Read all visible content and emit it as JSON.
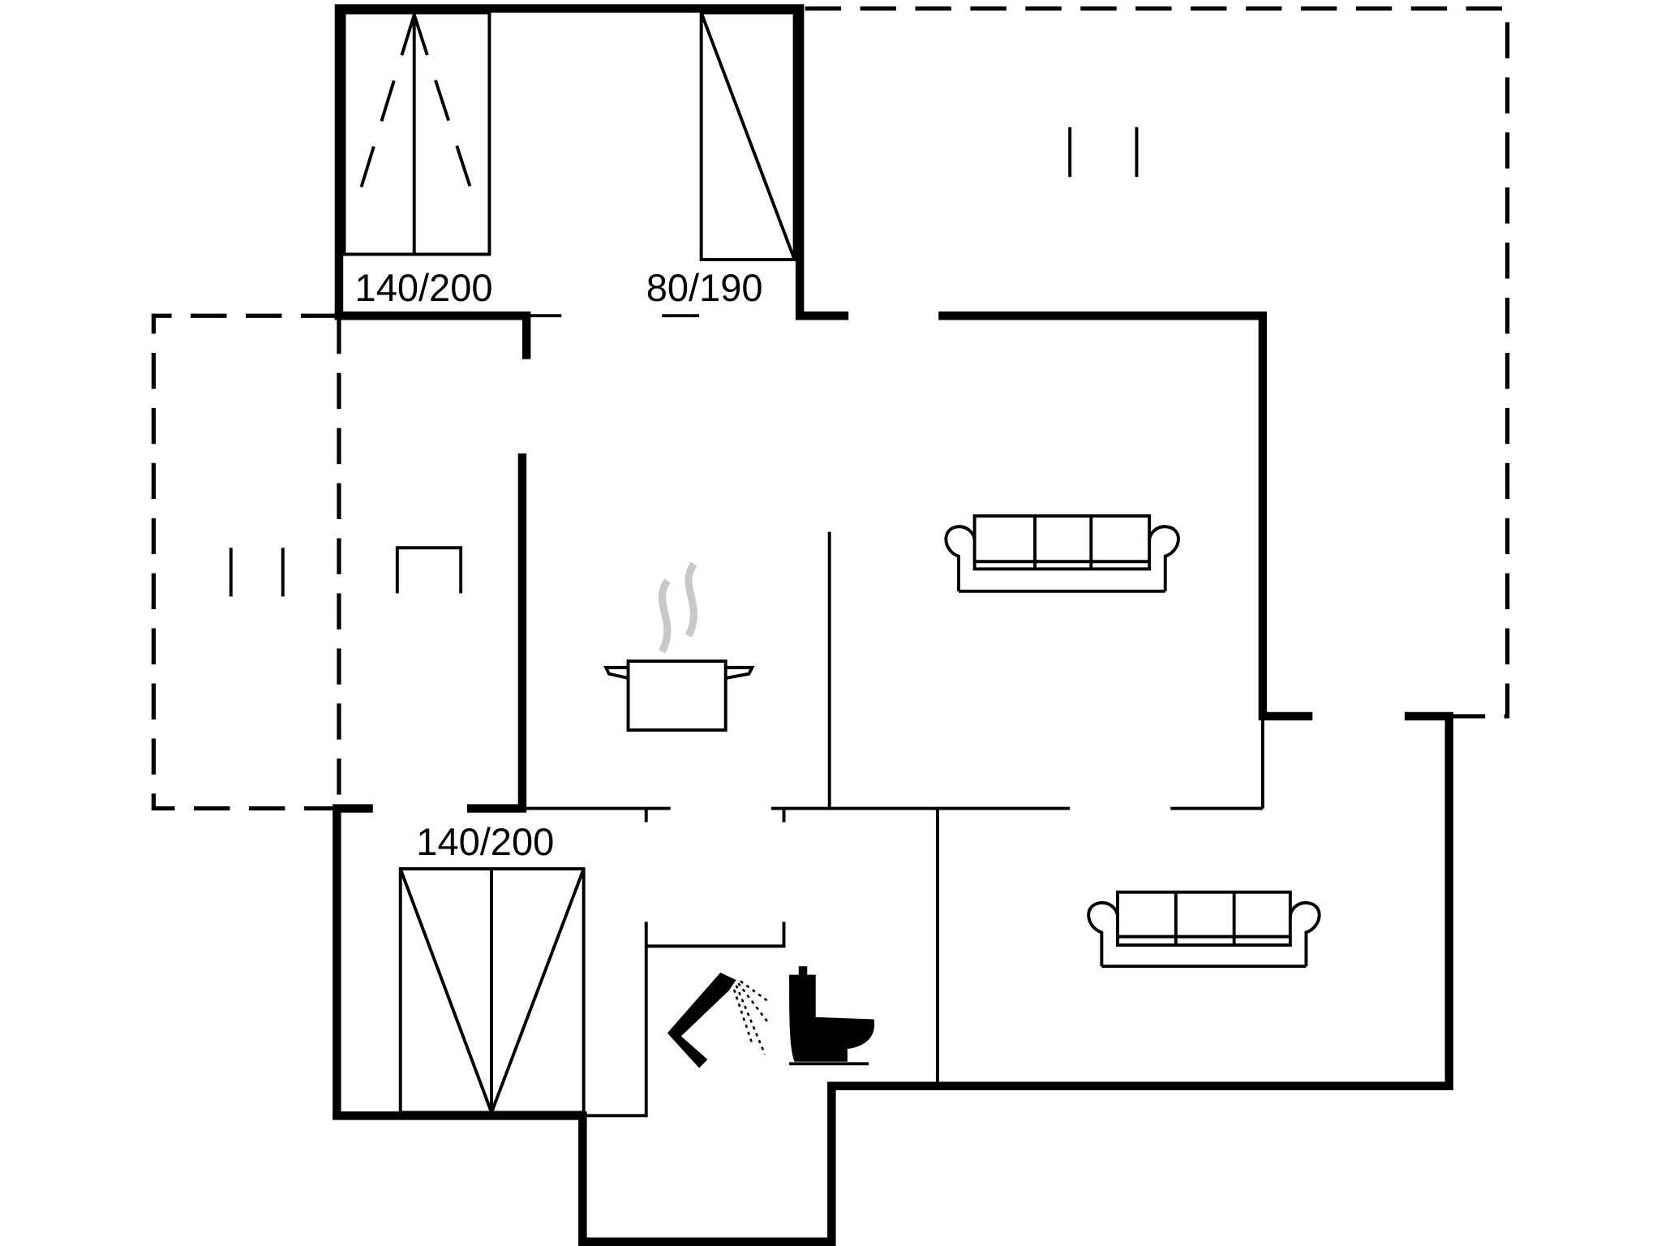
{
  "floorplan": {
    "bed_labels": [
      "140/200",
      "80/190",
      "140/200"
    ],
    "icons": [
      "double-bed-icon",
      "single-bed-icon",
      "cooking-pot-icon",
      "sofa-icon",
      "shower-icon",
      "toilet-icon"
    ],
    "colors": {
      "walls": "#000000",
      "steam": "#c8c8c8",
      "background": "#ffffff"
    }
  }
}
